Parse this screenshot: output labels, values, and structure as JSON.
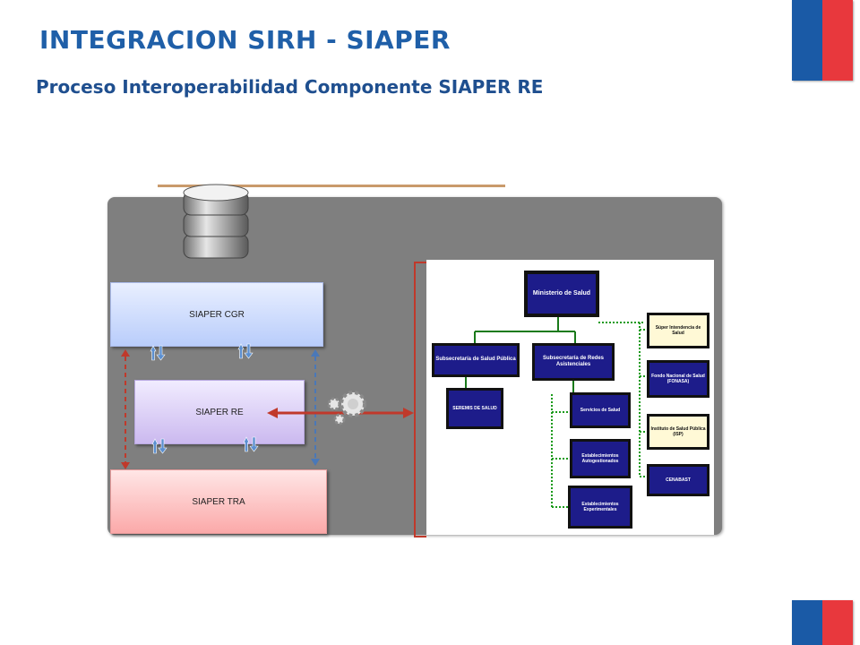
{
  "header": {
    "title": "INTEGRACION SIRH - SIAPER",
    "subtitle": "Proceso Interoperabilidad Componente SIAPER RE"
  },
  "colors": {
    "title_blue": "#1f5fa8",
    "flag_blue": "#1a5aa6",
    "flag_red": "#e8383d",
    "panel_gray": "#7f7f7f",
    "node_navy": "#1d1c8a",
    "arrow_red": "#c0392b"
  },
  "diagram": {
    "database_icon": "database-icon",
    "gears_icon": "gears-icon",
    "systems": {
      "cgr": "SIAPER CGR",
      "re": "SIAPER RE",
      "tra": "SIAPER TRA"
    },
    "org_chart": {
      "ministerio": "Ministerio de Salud",
      "subsec_salud_publica": "Subsecretaría de  Salud Pública",
      "subsec_redes": "Subsecretaría de Redes Asistenciales",
      "seremis": "SEREMIS DE SALUD",
      "servicios_salud": "Servicios de Salud",
      "estab_autogestionados": "Establecimientos Autogestionados",
      "estab_experimentales": "Establecimientos Experimentales",
      "super_intendencia": "Súper Intendencia de Salud",
      "fonasa": "Fondo Nacional de Salud (FONASA)",
      "isp": "Instituto de Salud Pública (ISP)",
      "cenabast": "CENABAST"
    }
  }
}
